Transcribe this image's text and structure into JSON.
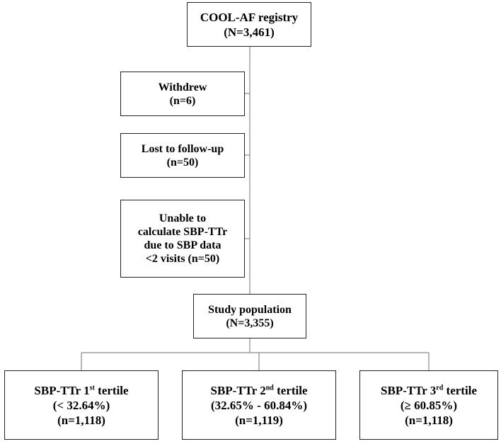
{
  "flowchart": {
    "registry": {
      "title": "COOL-AF registry",
      "count": "(N=3,461)"
    },
    "exclusions": [
      {
        "title": "Withdrew",
        "count": "(n=6)"
      },
      {
        "title": "Lost to follow-up",
        "count": "(n=50)"
      },
      {
        "lines": [
          "Unable to",
          "calculate SBP-TTr",
          "due to SBP data",
          "<2 visits (n=50)"
        ]
      }
    ],
    "study_population": {
      "title": "Study population",
      "count": "(N=3,355)"
    },
    "tertiles": [
      {
        "prefix": "SBP-TTr 1",
        "ordinal": "st",
        "suffix": " tertile",
        "range": "(< 32.64%)",
        "count": "(n=1,118)"
      },
      {
        "prefix": "SBP-TTr 2",
        "ordinal": "nd",
        "suffix": " tertile",
        "range": "(32.65% - 60.84%)",
        "count": "(n=1,119)"
      },
      {
        "prefix": "SBP-TTr 3",
        "ordinal": "rd",
        "suffix": " tertile",
        "range": "(≥ 60.85%)",
        "count": "(n=1,118)"
      }
    ],
    "colors": {
      "border": "#222222",
      "line": "#8a8a8a",
      "background": "#ffffff",
      "text": "#000000"
    }
  }
}
